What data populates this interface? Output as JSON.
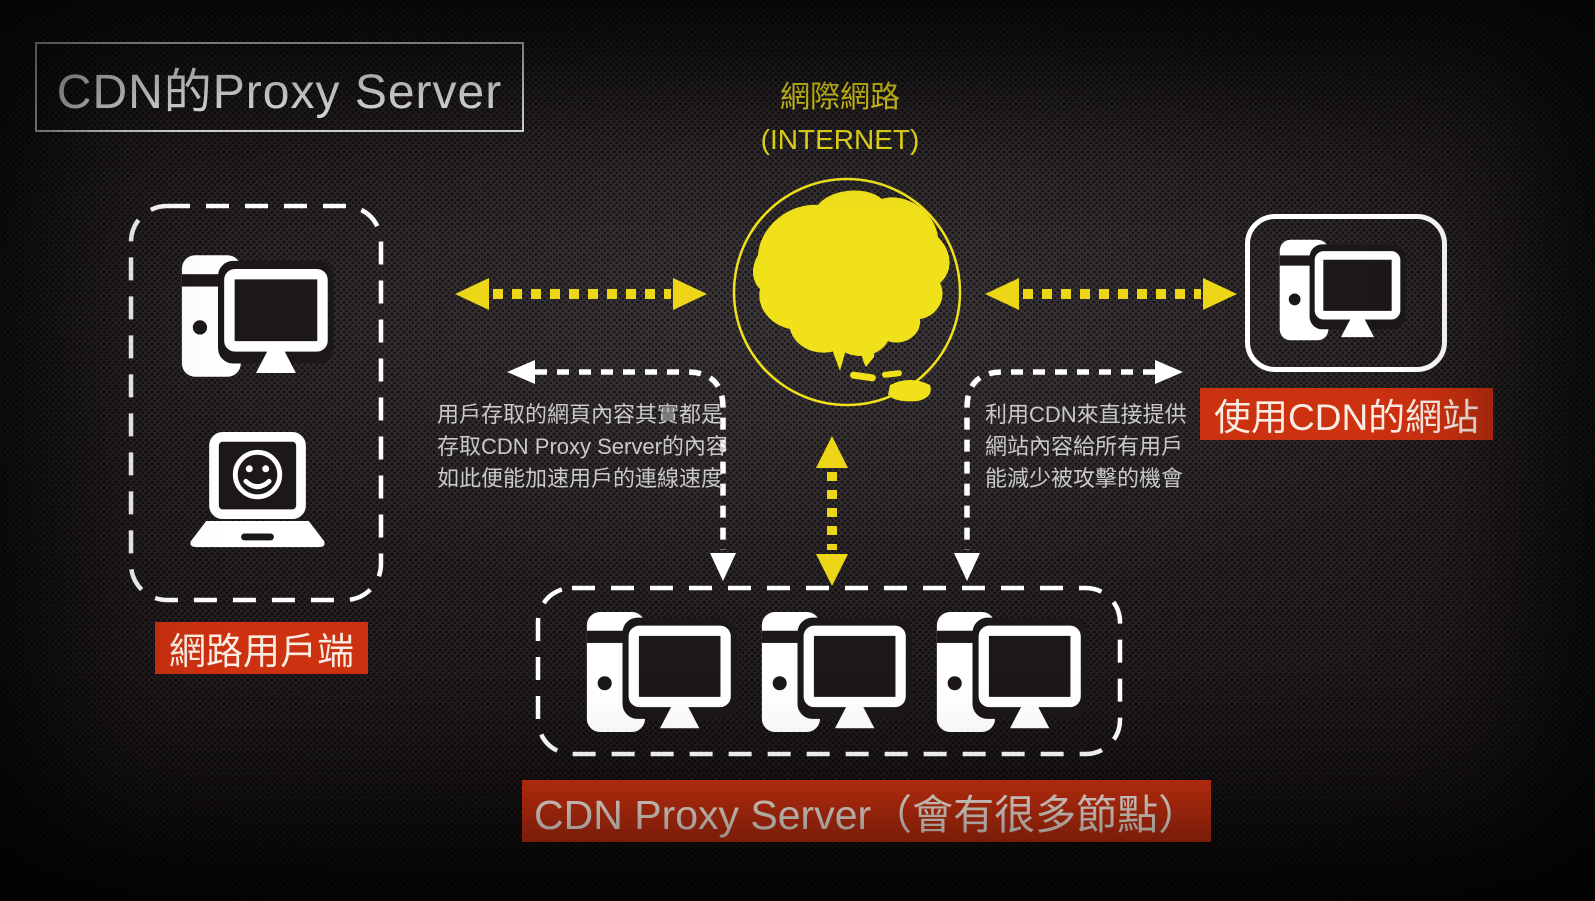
{
  "title": "CDN的Proxy Server",
  "internet": {
    "label_zh": "網際網路",
    "label_en": "(INTERNET)"
  },
  "client_group": {
    "label": "網路用戶端"
  },
  "cdn_site": {
    "label": "使用CDN的網站"
  },
  "cdn_server": {
    "label": "CDN Proxy Server（會有很多節點）"
  },
  "notes": {
    "left": {
      "lines": [
        "用戶存取的網頁內容其實都是",
        "存取CDN Proxy Server的內容",
        "如此便能加速用戶的連線速度"
      ]
    },
    "right": {
      "lines": [
        "利用CDN來直接提供",
        "網站內容給所有用戶",
        "能減少被攻擊的機會"
      ]
    }
  },
  "icons": {
    "globe": "globe-asia-icon",
    "desktop": "desktop-computer-icon",
    "laptop": "laptop-smiley-icon"
  },
  "colors": {
    "accent_yellow": "#f0e11b",
    "accent_red": "#cc3110",
    "note_text": "#c9c9c9",
    "white": "#ffffff",
    "background": "#1f1b1c"
  }
}
